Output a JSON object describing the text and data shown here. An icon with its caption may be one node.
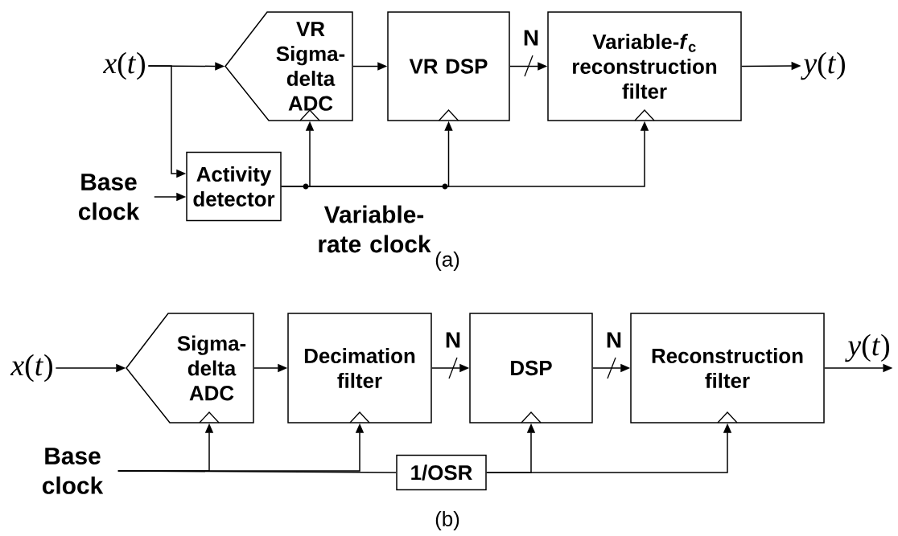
{
  "diagram": {
    "nodes": [
      {
        "text": [
          "*x*(*t*)"
        ]
      },
      {
        "text": [
          "VR Sigma-delta ADC"
        ]
      },
      {
        "text": [
          "VR DSP"
        ]
      },
      {
        "text": [
          "Variable-*f*$_{c}$ reconstruction filter"
        ]
      },
      {
        "text": [
          "*y*(*t*)"
        ]
      },
      {
        "text": [
          "Base clock"
        ]
      },
      {
        "text": [
          "Activity detector"
        ]
      },
      {
        "text": [
          "*x*(*t*)"
        ]
      },
      {
        "text": [
          "Sigma-delta ADC"
        ]
      },
      {
        "text": [
          "Decimation filter"
        ]
      },
      {
        "text": [
          "DSP"
        ]
      },
      {
        "text": [
          "Reconstruction filter"
        ]
      },
      {
        "text": [
          "*y*(*t*)"
        ]
      },
      {
        "text": [
          "Base clock"
        ]
      },
      {
        "text": [
          "1/OSR"
        ]
      }
    ],
    "edges": [
      {
        "from": 0,
        "to": 1,
        "arrow": "to"
      },
      {
        "from": 0,
        "to": 6,
        "arrow": "to"
      },
      {
        "from": 1,
        "to": 2,
        "arrow": "to"
      },
      {
        "from": 2,
        "to": 3,
        "arrow": "to",
        "label": "N"
      },
      {
        "from": 3,
        "to": 4,
        "arrow": "to"
      },
      {
        "from": 5,
        "to": 6,
        "arrow": "to"
      },
      {
        "from": 6,
        "to": 1,
        "arrow": "to"
      },
      {
        "from": 6,
        "to": 2,
        "arrow": "to"
      },
      {
        "from": 6,
        "to": 3,
        "arrow": "to"
      },
      {
        "from": 7,
        "to": 8,
        "arrow": "to"
      },
      {
        "from": 8,
        "to": 9,
        "arrow": "to"
      },
      {
        "from": 9,
        "to": 10,
        "arrow": "to",
        "label": "N"
      },
      {
        "from": 10,
        "to": 11,
        "arrow": "to",
        "label": "N"
      },
      {
        "from": 11,
        "to": 12,
        "arrow": "to"
      },
      {
        "from": 13,
        "to": 8,
        "arrow": "to"
      },
      {
        "from": 13,
        "to": 9,
        "arrow": "to"
      },
      {
        "from": 13,
        "to": 14,
        "arrow": "none"
      },
      {
        "from": 14,
        "to": 10,
        "arrow": "to"
      },
      {
        "from": 14,
        "to": 11,
        "arrow": "to"
      }
    ],
    "labels": [
      "Variable-rate clock",
      "(a)",
      "(b)"
    ]
  }
}
